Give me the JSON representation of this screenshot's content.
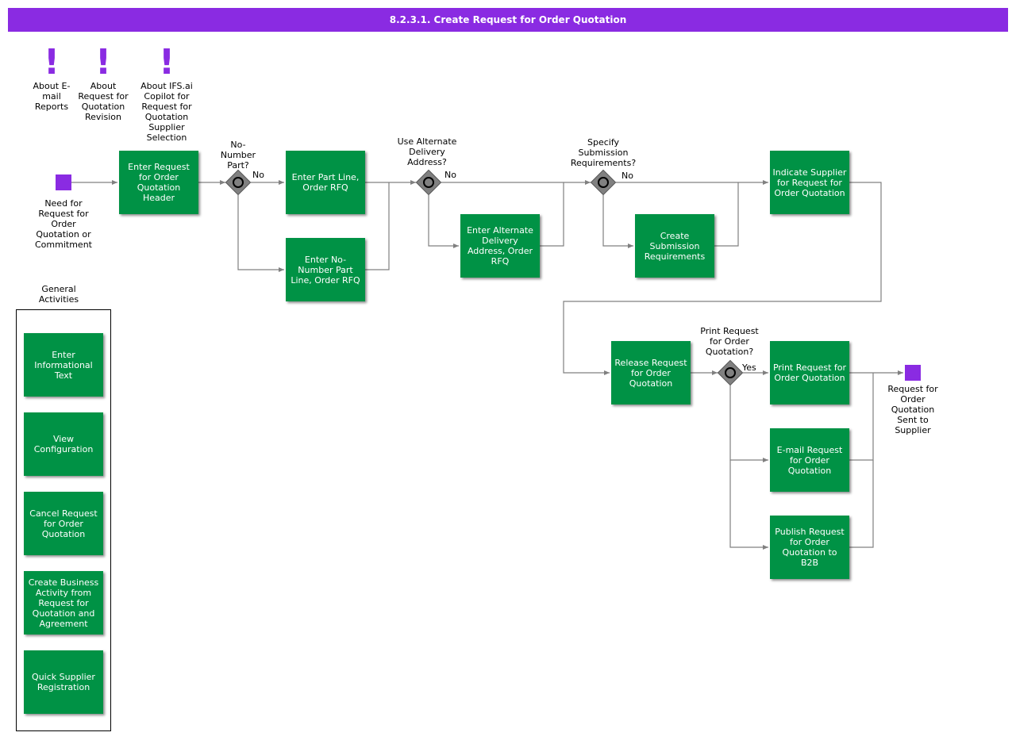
{
  "title": "8.2.3.1. Create Request for Order Quotation",
  "colors": {
    "title_bar": "#8a2be2",
    "event": "#8a2be2",
    "activity": "#009245",
    "gateway": "#808080",
    "connector": "#808080"
  },
  "notes": [
    {
      "icon": "exclamation-icon",
      "label": "About E-\nmail\nReports"
    },
    {
      "icon": "exclamation-icon",
      "label": "About\nRequest for\nQuotation\nRevision"
    },
    {
      "icon": "exclamation-icon",
      "label": "About IFS.ai\nCopilot for\nRequest for\nQuotation\nSupplier\nSelection"
    }
  ],
  "start_event": {
    "label": "Need for\nRequest for\nOrder\nQuotation or\nCommitment"
  },
  "end_event": {
    "label": "Request for\nOrder\nQuotation\nSent to\nSupplier"
  },
  "activities": {
    "enter_header": "Enter Request for Order Quotation Header",
    "enter_part_line": "Enter Part Line, Order RFQ",
    "enter_no_number_part_line": "Enter No-Number Part Line, Order RFQ",
    "enter_alt_delivery": "Enter Alternate Delivery Address, Order RFQ",
    "create_submission": "Create Submission Requirements",
    "indicate_supplier": "Indicate Supplier for Request for Order Quotation",
    "release": "Release Request for Order Quotation",
    "print": "Print Request for Order Quotation",
    "email": "E-mail Request for Order Quotation",
    "publish_b2b": "Publish Request for Order Quotation to B2B"
  },
  "gateways": {
    "no_number_part": {
      "label": "No-\nNumber\nPart?",
      "flow_label": "No"
    },
    "alt_delivery": {
      "label": "Use Alternate\nDelivery\nAddress?",
      "flow_label": "No"
    },
    "submission_req": {
      "label": "Specify\nSubmission\nRequirements?",
      "flow_label": "No"
    },
    "print": {
      "label": "Print Request\nfor Order\nQuotation?",
      "flow_label": "Yes"
    }
  },
  "general_activities": {
    "title": "General\nActivities",
    "items": [
      "Enter Informational Text",
      "View Configuration",
      "Cancel Request for Order Quotation",
      "Create Business Activity from Request for Quotation and Agreement",
      "Quick Supplier Registration"
    ]
  }
}
